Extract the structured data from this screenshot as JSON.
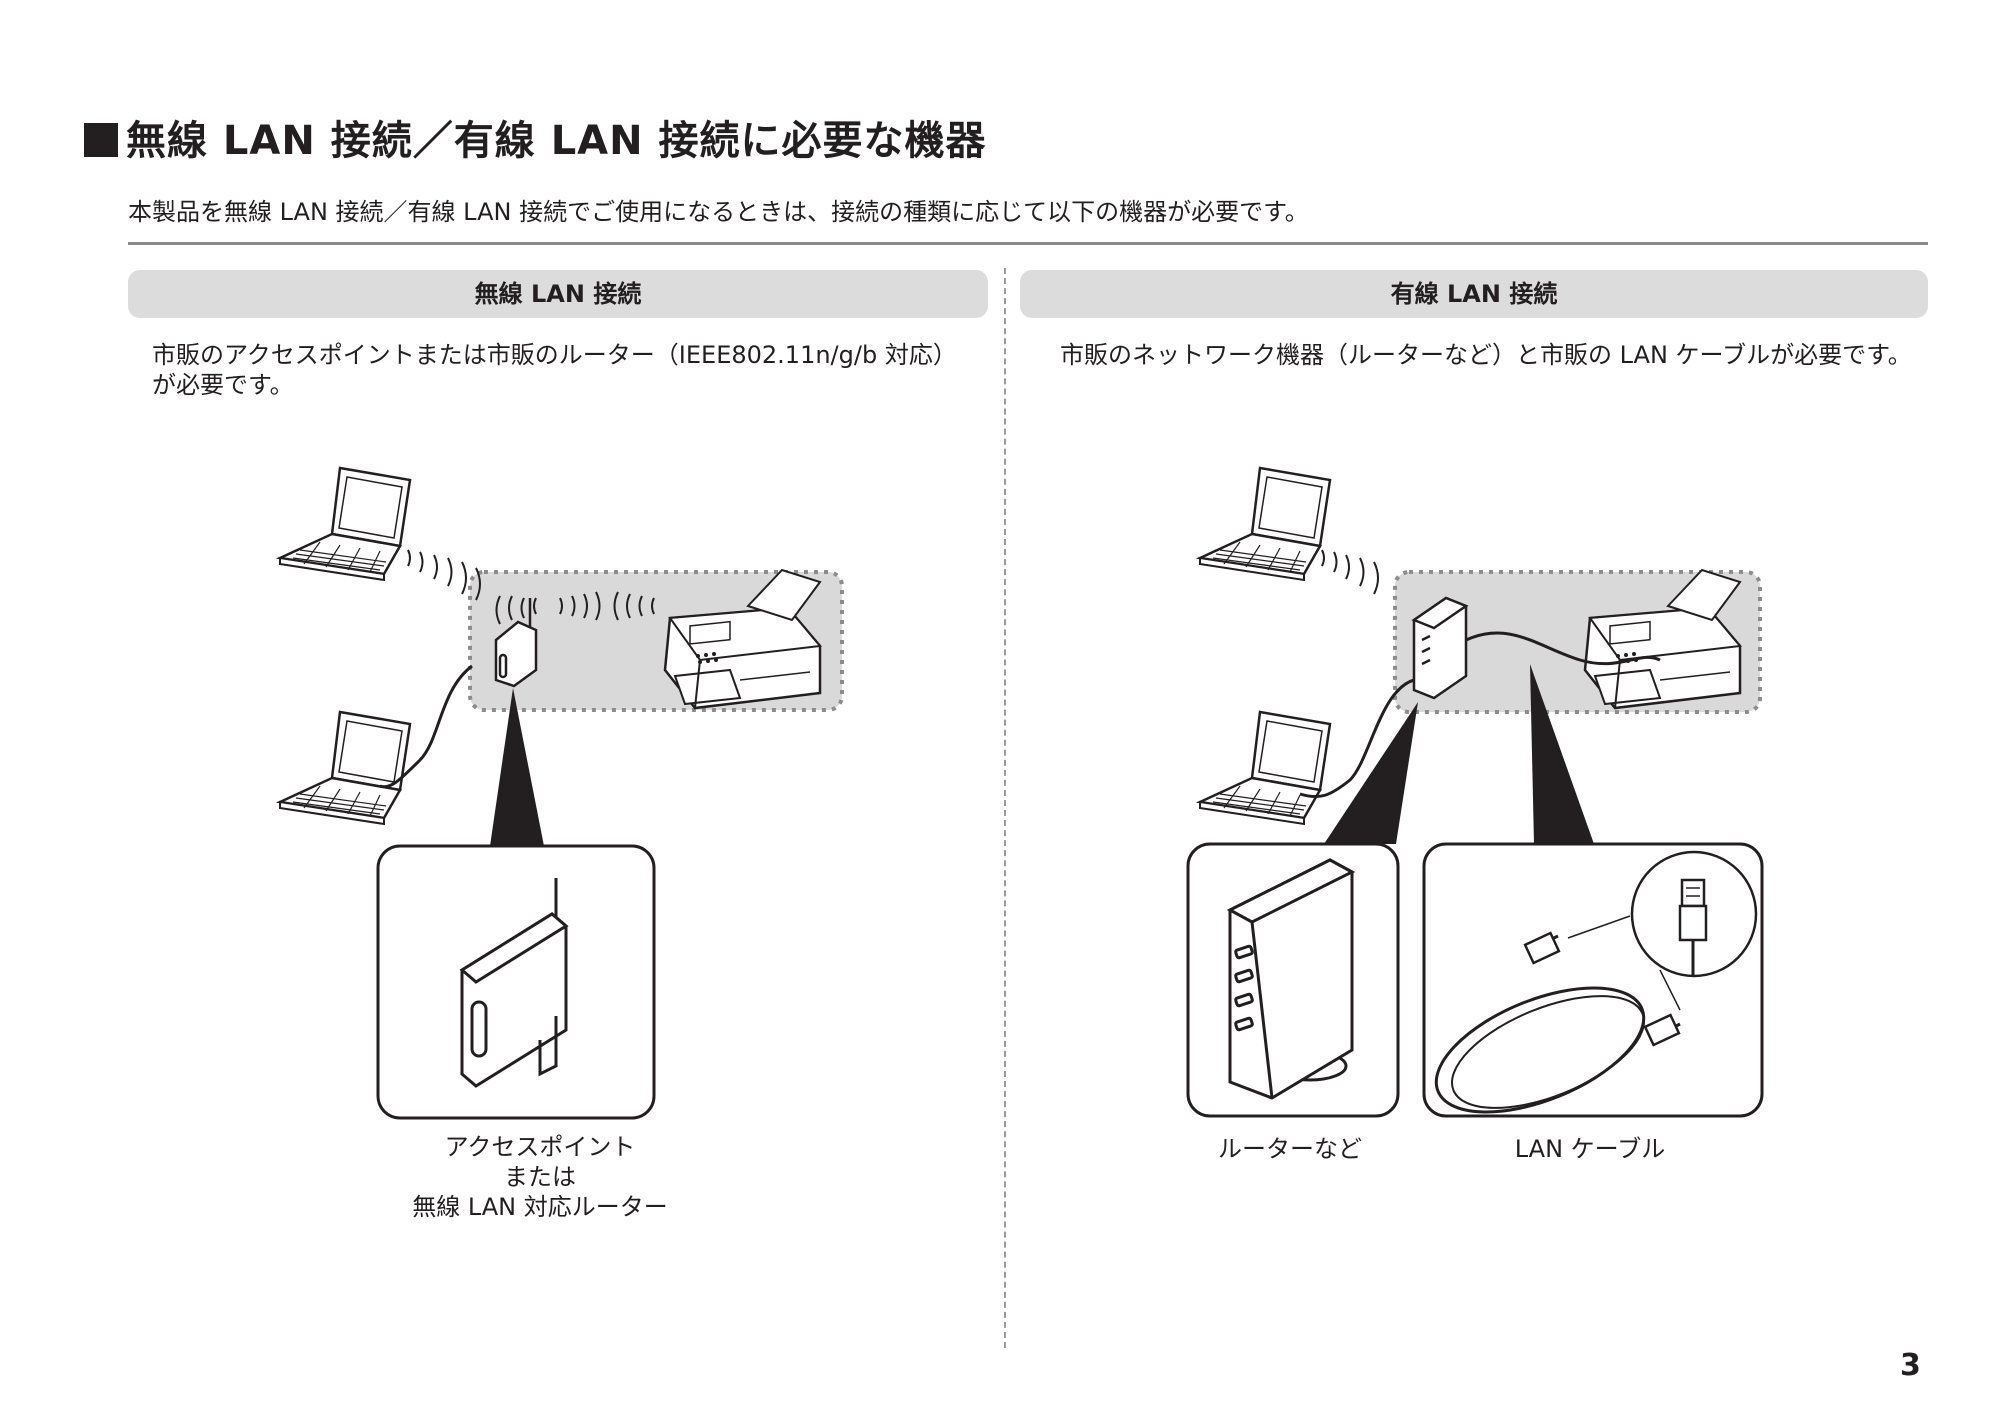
{
  "page": {
    "title": "無線 LAN 接続／有線 LAN 接続に必要な機器",
    "lead": "本製品を無線 LAN 接続／有線 LAN 接続でご使用になるときは、接続の種類に応じて以下の機器が必要です。",
    "page_number": "3"
  },
  "wireless": {
    "header": "無線 LAN 接続",
    "description": "市販のアクセスポイントまたは市販のルーター（IEEE802.11n/g/b 対応）が必要です。",
    "caption_lines": [
      "アクセスポイント",
      "または",
      "無線 LAN 対応ルーター"
    ]
  },
  "wired": {
    "header": "有線 LAN 接続",
    "description": "市販のネットワーク機器（ルーターなど）と市販の LAN ケーブルが必要です。",
    "caption_router": "ルーターなど",
    "caption_cable": "LAN ケーブル"
  },
  "colors": {
    "text": "#231f20",
    "rule": "#8a8a8a",
    "header_fill": "#dcdcdd",
    "network_area": "#d9d9d9"
  }
}
